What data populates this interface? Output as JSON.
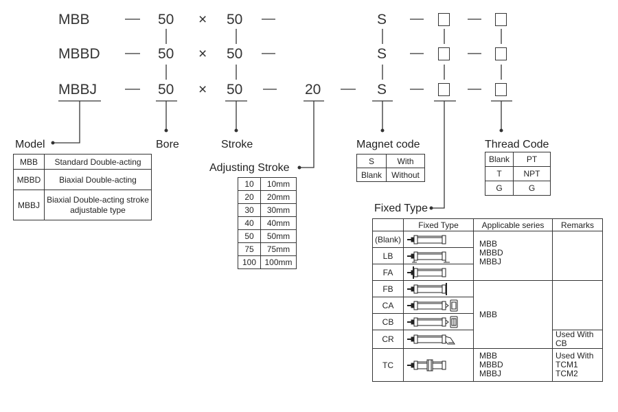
{
  "code_rows": [
    {
      "model": "MBB",
      "bore": "50",
      "x": "×",
      "stroke": "50",
      "adjust": "",
      "magnet": "S"
    },
    {
      "model": "MBBD",
      "bore": "50",
      "x": "×",
      "stroke": "50",
      "adjust": "",
      "magnet": "S"
    },
    {
      "model": "MBBJ",
      "bore": "50",
      "x": "×",
      "stroke": "50",
      "adjust": "20",
      "magnet": "S"
    }
  ],
  "labels": {
    "model": "Model",
    "bore": "Bore",
    "stroke": "Stroke",
    "adjusting_stroke": "Adjusting Stroke",
    "magnet_code": "Magnet code",
    "thread_code": "Thread Code",
    "fixed_type": "Fixed Type"
  },
  "model_table": [
    {
      "code": "MBB",
      "desc": "Standard Double-acting"
    },
    {
      "code": "MBBD",
      "desc": "Biaxial Double-acting"
    },
    {
      "code": "MBBJ",
      "desc": "Biaxial Double-acting stroke adjustable type"
    }
  ],
  "adjust_table": [
    {
      "code": "10",
      "value": "10mm"
    },
    {
      "code": "20",
      "value": "20mm"
    },
    {
      "code": "30",
      "value": "30mm"
    },
    {
      "code": "40",
      "value": "40mm"
    },
    {
      "code": "50",
      "value": "50mm"
    },
    {
      "code": "75",
      "value": "75mm"
    },
    {
      "code": "100",
      "value": "100mm"
    }
  ],
  "magnet_table": [
    {
      "code": "S",
      "value": "With"
    },
    {
      "code": "Blank",
      "value": "Without"
    }
  ],
  "thread_table": [
    {
      "code": "Blank",
      "value": "PT"
    },
    {
      "code": "T",
      "value": "NPT"
    },
    {
      "code": "G",
      "value": "G"
    }
  ],
  "fixed_table": {
    "headers": [
      "",
      "Fixed Type",
      "Applicable series",
      "Remarks"
    ],
    "group1_series": "MBB\nMBBD\nMBBJ",
    "group2_series": "MBB",
    "group3_series": "MBB\nMBBD\nMBBJ",
    "rows": [
      {
        "code": "(Blank)",
        "icon": "cylinder-basic-icon"
      },
      {
        "code": "LB",
        "icon": "cylinder-foot-mount-icon"
      },
      {
        "code": "FA",
        "icon": "cylinder-front-flange-icon"
      },
      {
        "code": "FB",
        "icon": "cylinder-rear-flange-icon"
      },
      {
        "code": "CA",
        "icon": "cylinder-single-clevis-icon"
      },
      {
        "code": "CB",
        "icon": "cylinder-double-clevis-icon"
      },
      {
        "code": "CR",
        "icon": "cylinder-rear-bracket-icon",
        "remark": "Used With CB"
      },
      {
        "code": "TC",
        "icon": "cylinder-trunnion-icon",
        "remark": "Used With\nTCM1\nTCM2"
      }
    ]
  }
}
